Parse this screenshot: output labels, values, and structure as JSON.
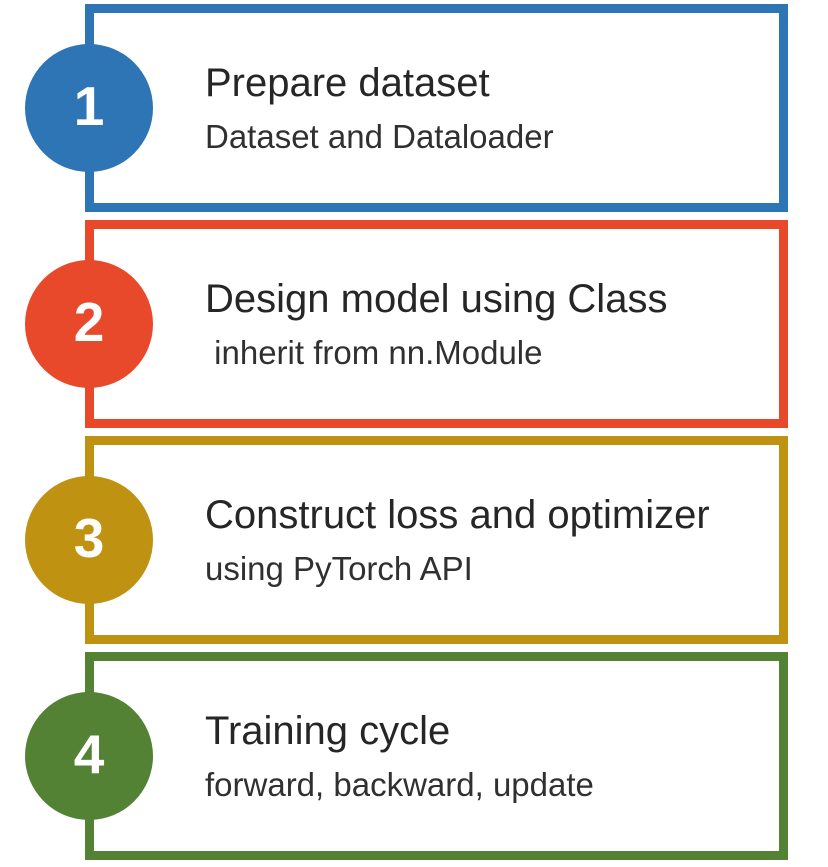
{
  "diagram": {
    "description": "Four-step PyTorch workflow diagram",
    "background_color": "#ffffff"
  },
  "steps": [
    {
      "number": "1",
      "title": "Prepare dataset",
      "subtitle": "Dataset and Dataloader",
      "accent_color": "#2E75B6"
    },
    {
      "number": "2",
      "title": "Design model using Class",
      "subtitle": " inherit from nn.Module",
      "accent_color": "#E9492B"
    },
    {
      "number": "3",
      "title": "Construct loss and optimizer",
      "subtitle": "using PyTorch API",
      "accent_color": "#BF9211"
    },
    {
      "number": "4",
      "title": "Training cycle",
      "subtitle": "forward, backward, update",
      "accent_color": "#548235"
    }
  ]
}
